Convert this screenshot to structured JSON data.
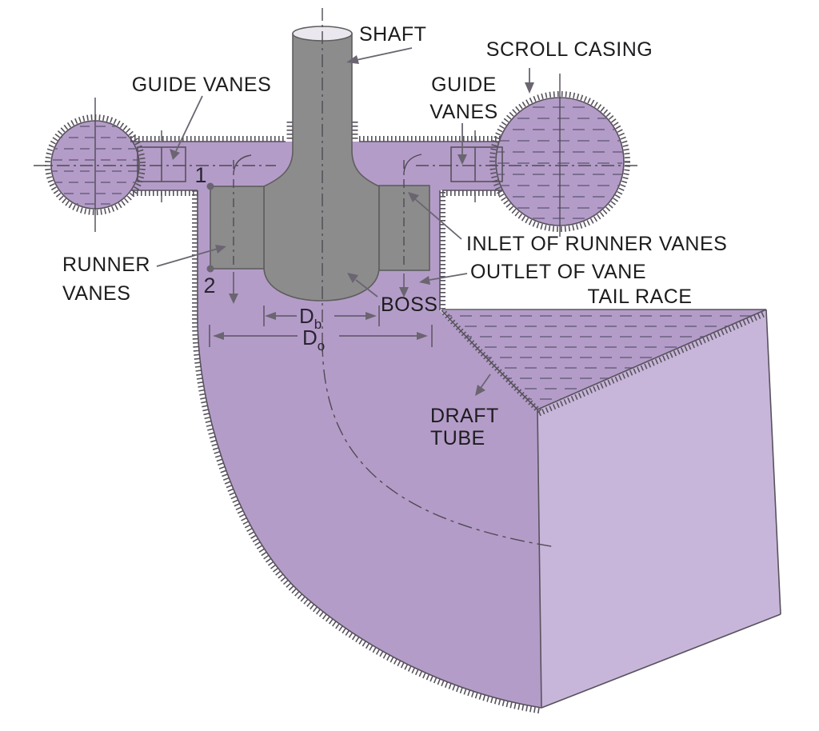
{
  "labels": {
    "shaft": "SHAFT",
    "scroll_casing": "SCROLL CASING",
    "guide_vanes_left": "GUIDE VANES",
    "guide_vanes_right_1": "GUIDE",
    "guide_vanes_right_2": "VANES",
    "runner_1": "RUNNER",
    "runner_2": "VANES",
    "inlet": "INLET OF RUNNER VANES",
    "outlet": "OUTLET OF VANE",
    "tail_race": "TAIL RACE",
    "boss": "BOSS",
    "draft_1": "DRAFT",
    "draft_2": "TUBE",
    "point_1": "1",
    "point_2": "2",
    "dim_boss_main": "D",
    "dim_boss_sub": "b",
    "dim_outer_main": "D",
    "dim_outer_sub": "o"
  },
  "colors": {
    "casing_purple": "#b49cc8",
    "exit_face_purple": "#c8b6da",
    "machinery_gray": "#8c8c8c",
    "shaft_top_face": "#eae7ee",
    "line_dark": "#57525c",
    "text": "#1c1c1e"
  }
}
